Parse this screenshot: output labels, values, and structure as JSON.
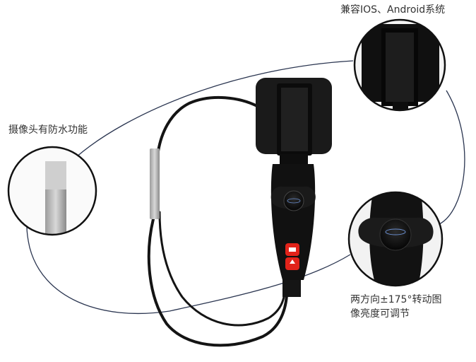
{
  "labels": {
    "compatibility": "兼容IOS、Android系统",
    "waterproof": "摄像头有防水功能",
    "rotate_line1": "两方向±175°转动图",
    "rotate_line2": "像亮度可调节"
  },
  "colors": {
    "background": "#ffffff",
    "outline": "#2a3550",
    "device": "#111111",
    "button_red": "#e2231a",
    "text": "#333333"
  }
}
